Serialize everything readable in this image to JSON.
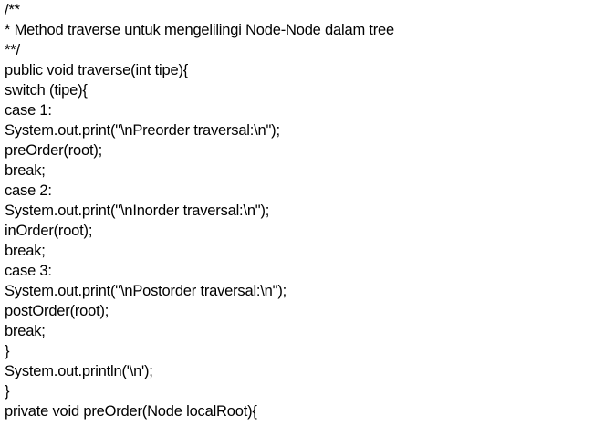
{
  "document": {
    "lines": [
      "/**",
      "* Method traverse untuk mengelilingi Node-Node dalam tree",
      "**/",
      "public void traverse(int tipe){",
      "switch (tipe){",
      "case 1:",
      "System.out.print(\"\\nPreorder traversal:\\n\");",
      "preOrder(root);",
      "break;",
      "case 2:",
      "System.out.print(\"\\nInorder traversal:\\n\");",
      "inOrder(root);",
      "break;",
      "case 3:",
      "System.out.print(\"\\nPostorder traversal:\\n\");",
      "postOrder(root);",
      "break;",
      "}",
      "System.out.println('\\n');",
      "}",
      "private void preOrder(Node localRoot){"
    ]
  }
}
